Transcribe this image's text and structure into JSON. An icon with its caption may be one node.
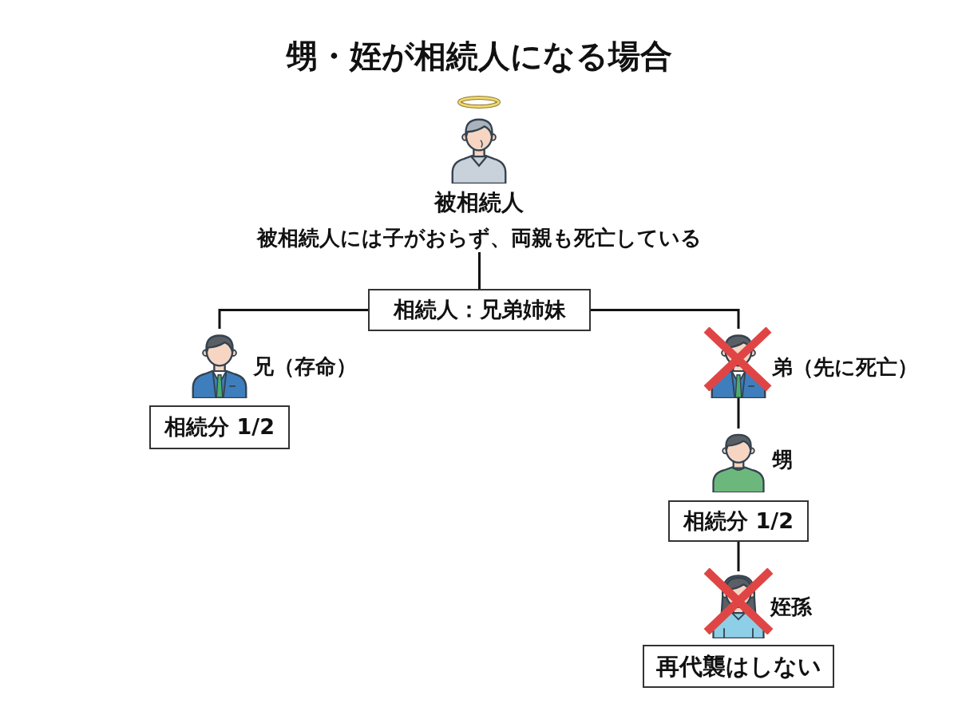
{
  "diagram": {
    "title": "甥・姪が相続人になる場合",
    "nodes": [
      {
        "text": [
          "被相続人",
          "被相続人には子がおらず、両親も死亡している"
        ]
      },
      {
        "text": [
          "相続人：兄弟姉妹"
        ]
      },
      {
        "text": [],
        "shape": "person",
        "beside": [
          "兄（存命）"
        ]
      },
      {
        "text": [
          "相続分 1/2"
        ]
      },
      {
        "text": [],
        "shape": "person",
        "beside": [
          "弟（先に死亡）"
        ]
      },
      {
        "text": [],
        "shape": "person",
        "beside": [
          "甥"
        ]
      },
      {
        "text": [
          "相続分 1/2"
        ]
      },
      {
        "text": [],
        "shape": "person",
        "beside": [
          "姪孫"
        ]
      },
      {
        "text": [
          "再代襲はしない"
        ]
      }
    ],
    "edges": [
      {
        "from": 0,
        "to": 1,
        "arrow": "none"
      },
      {
        "from": 1,
        "to": 2,
        "arrow": "none"
      },
      {
        "from": 1,
        "to": 4,
        "arrow": "none"
      },
      {
        "from": 4,
        "to": 5,
        "arrow": "none"
      },
      {
        "from": 6,
        "to": 7,
        "arrow": "none"
      }
    ]
  }
}
